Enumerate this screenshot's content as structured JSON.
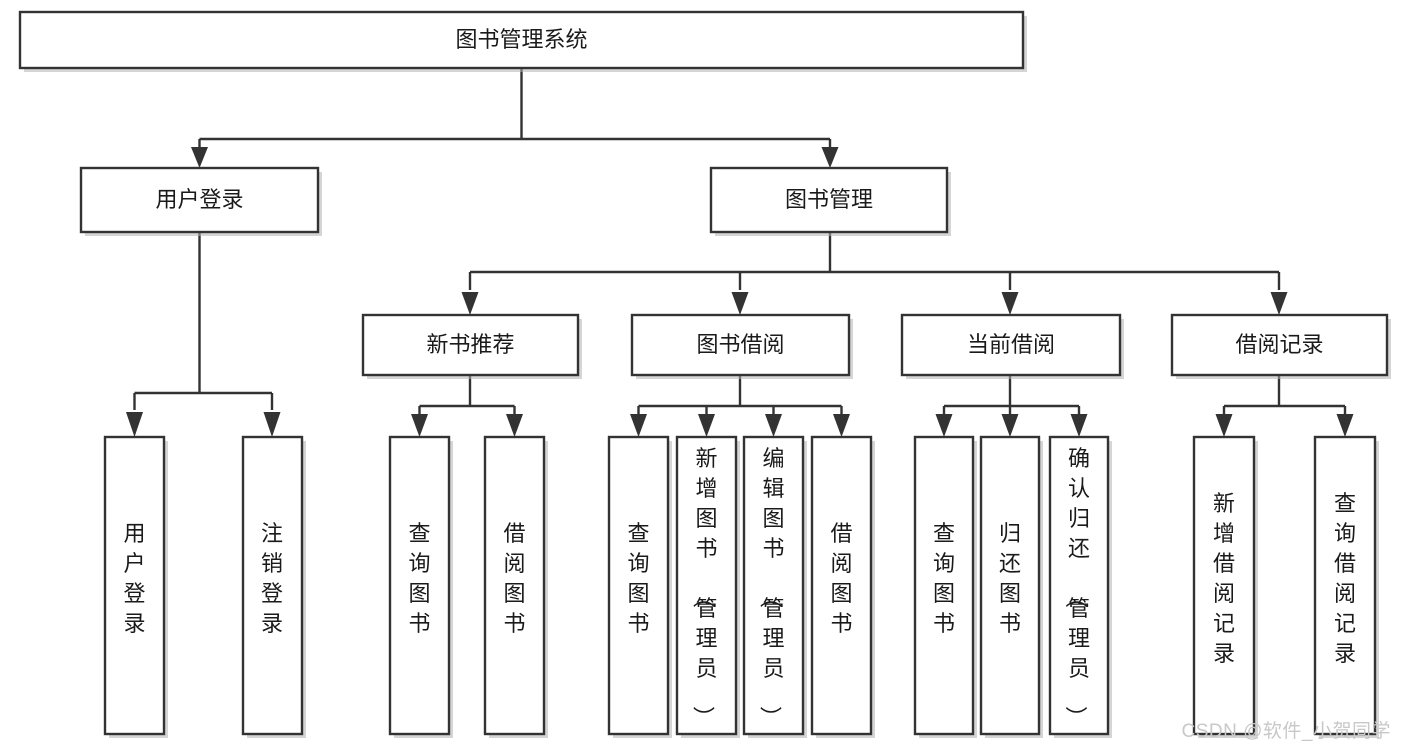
{
  "diagram": {
    "type": "tree",
    "title": "图书管理系统",
    "watermark": "CSDN @软件_小贺同学",
    "root": {
      "id": "root",
      "label": "图书管理系统"
    },
    "level2": [
      {
        "id": "user-login",
        "label": "用户登录"
      },
      {
        "id": "book-manage",
        "label": "图书管理"
      }
    ],
    "level3": [
      {
        "id": "new-book-recommend",
        "label": "新书推荐",
        "parent": "book-manage"
      },
      {
        "id": "book-borrow",
        "label": "图书借阅",
        "parent": "book-manage"
      },
      {
        "id": "current-borrow",
        "label": "当前借阅",
        "parent": "book-manage"
      },
      {
        "id": "borrow-record",
        "label": "借阅记录",
        "parent": "book-manage"
      }
    ],
    "leaves": [
      {
        "id": "leaf-user-login",
        "label": "用户登录",
        "parent": "user-login"
      },
      {
        "id": "leaf-user-logout",
        "label": "注销登录",
        "parent": "user-login"
      },
      {
        "id": "leaf-query-book-1",
        "label": "查询图书",
        "parent": "new-book-recommend"
      },
      {
        "id": "leaf-borrow-book-1",
        "label": "借阅图书",
        "parent": "new-book-recommend"
      },
      {
        "id": "leaf-query-book-2",
        "label": "查询图书",
        "parent": "book-borrow"
      },
      {
        "id": "leaf-add-book",
        "label": "新增图书（管理员）",
        "parent": "book-borrow"
      },
      {
        "id": "leaf-edit-book",
        "label": "编辑图书（管理员）",
        "parent": "book-borrow"
      },
      {
        "id": "leaf-borrow-book-2",
        "label": "借阅图书",
        "parent": "book-borrow"
      },
      {
        "id": "leaf-query-book-3",
        "label": "查询图书",
        "parent": "current-borrow"
      },
      {
        "id": "leaf-return-book",
        "label": "归还图书",
        "parent": "current-borrow"
      },
      {
        "id": "leaf-confirm-return",
        "label": "确认归还（管理员）",
        "parent": "current-borrow"
      },
      {
        "id": "leaf-add-record",
        "label": "新增借阅记录",
        "parent": "borrow-record"
      },
      {
        "id": "leaf-query-record",
        "label": "查询借阅记录",
        "parent": "borrow-record"
      }
    ],
    "colors": {
      "stroke": "#333333",
      "fill": "#ffffff",
      "text": "#1a1a1a",
      "watermark": "#c8c8c8"
    }
  }
}
